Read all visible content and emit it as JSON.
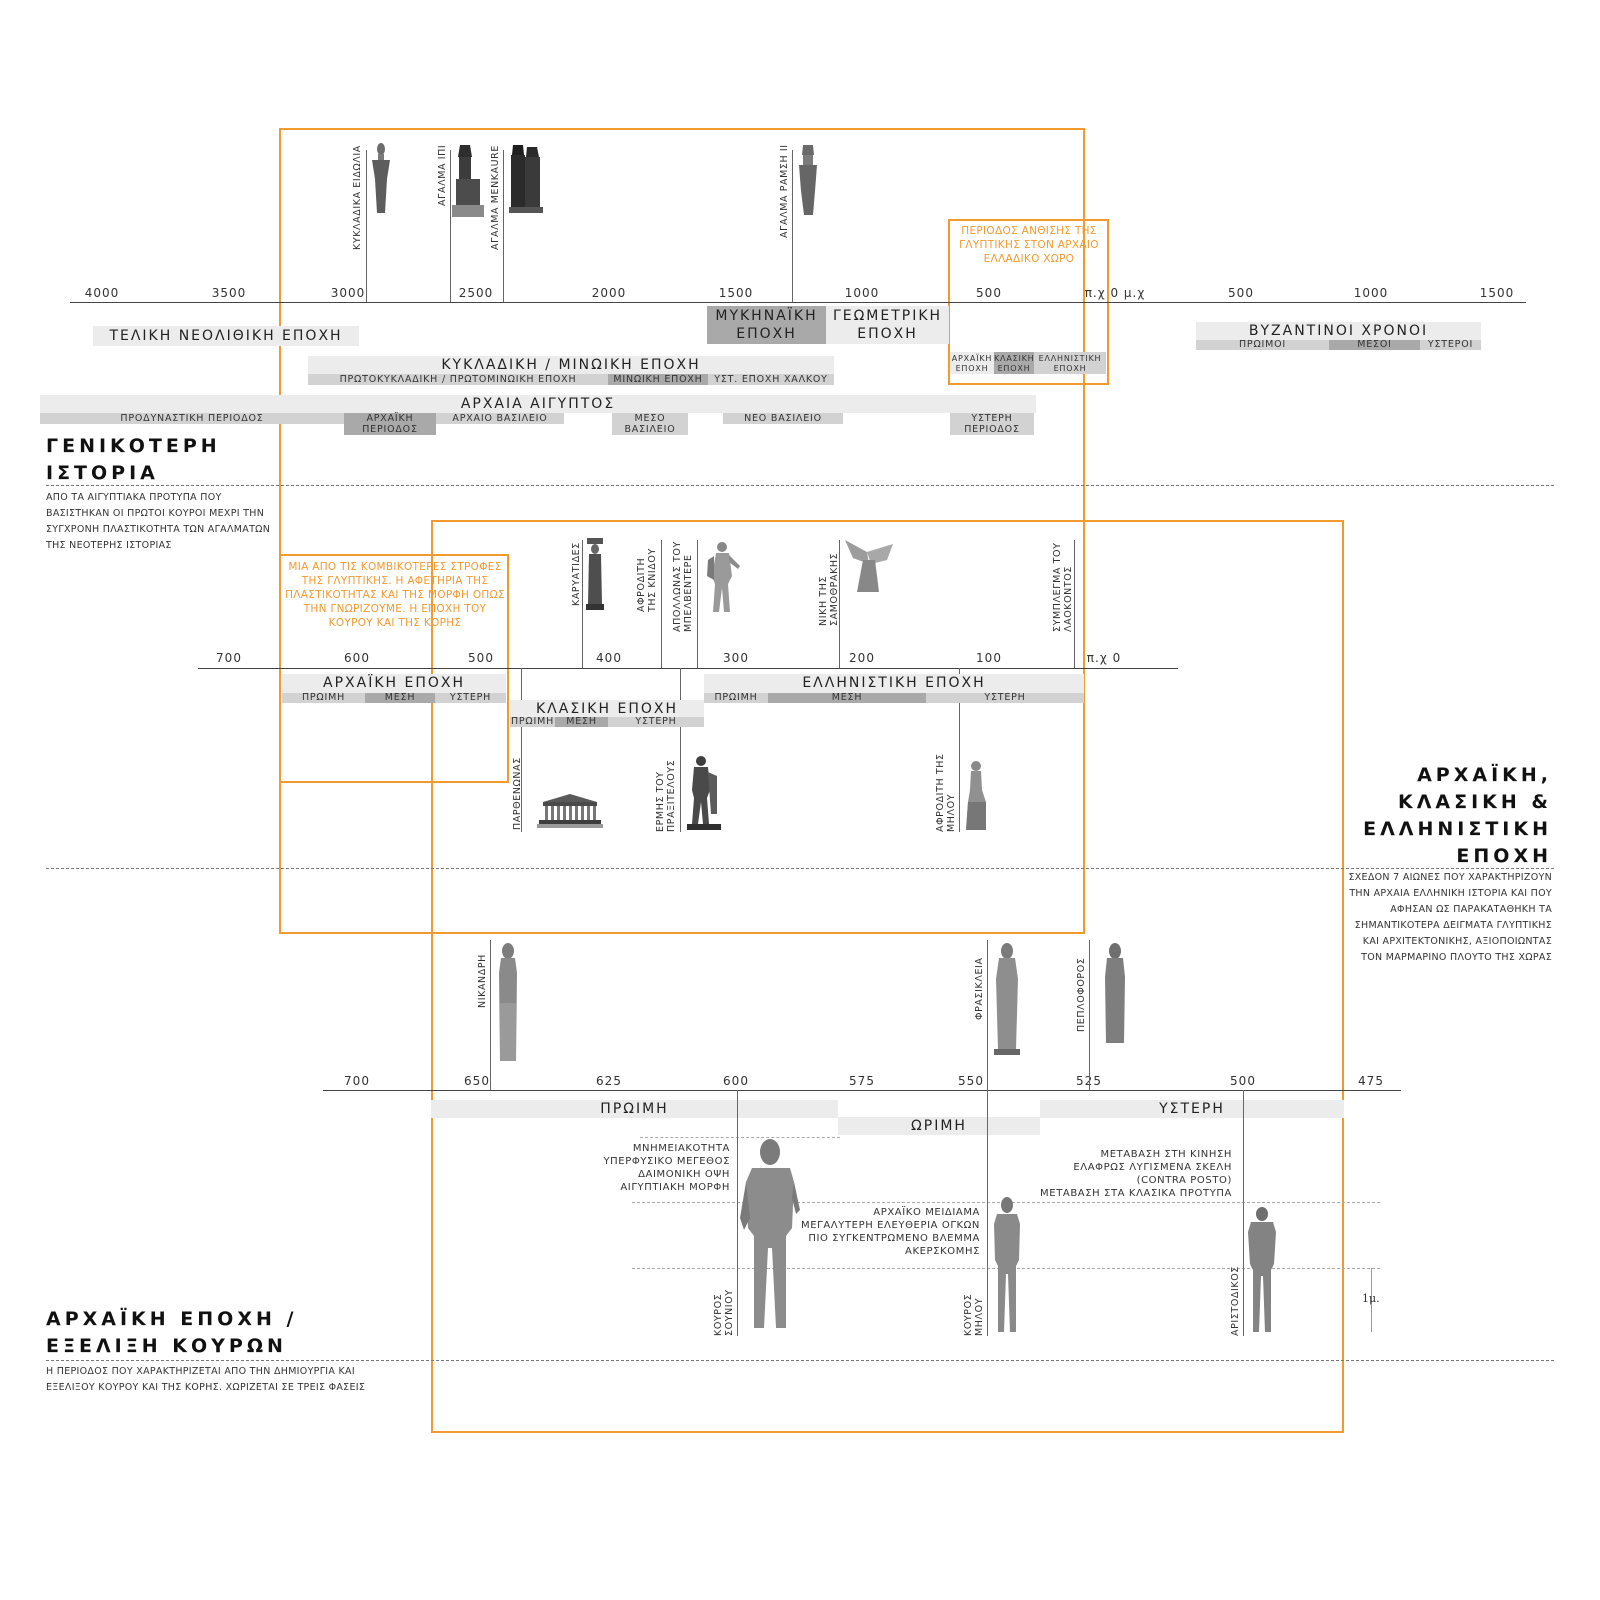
{
  "sections": {
    "general": {
      "title_line1": "ΓΕΝΙΚΟΤΕΡΗ",
      "title_line2": "ΙΣΤΟΡΙΑ",
      "desc": [
        "ΑΠΟ ΤΑ ΑΙΓΥΠΤΙΑΚΑ ΠΡΟΤΥΠΑ ΠΟΥ",
        "ΒΑΣΙΣΤΗΚΑΝ ΟΙ ΠΡΩΤΟΙ ΚΟΥΡΟΙ ΜΕΧΡΙ ΤΗΝ",
        "ΣΥΓΧΡΟΝΗ ΠΛΑΣΤΙΚΟΤΗΤΑ ΤΩΝ ΑΓΑΛΜΑΤΩΝ",
        "ΤΗΣ ΝΕΟΤΕΡΗΣ ΙΣΤΟΡΙΑΣ"
      ]
    },
    "ancient": {
      "title_line1": "ΑΡΧΑΪΚΗ,",
      "title_line2": "ΚΛΑΣΙΚΗ &",
      "title_line3": "ΕΛΛΗΝΙΣΤΙΚΗ",
      "title_line4": "ΕΠΟΧΗ",
      "desc": [
        "ΣΧΕΔΟΝ 7 ΑΙΩΝΕΣ ΠΟΥ ΧΑΡΑΚΤΗΡΙΖΟΥΝ",
        "ΤΗΝ ΑΡΧΑΙΑ ΕΛΛΗΝΙΚΗ ΙΣΤΟΡΙΑ ΚΑΙ ΠΟΥ",
        "ΑΦΗΣΑΝ ΩΣ ΠΑΡΑΚΑΤΑΘΗΚΗ ΤΑ",
        "ΣΗΜΑΝΤΙΚΟΤΕΡΑ ΔΕΙΓΜΑΤΑ ΓΛΥΠΤΙΚΗΣ",
        "ΚΑΙ ΑΡΧΙΤΕΚΤΟΝΙΚΗΣ, ΑΞΙΟΠΟΙΩΝΤΑΣ",
        "ΤΟΝ ΜΑΡΜΑΡΙΝΟ ΠΛΟΥΤΟ ΤΗΣ ΧΩΡΑΣ"
      ]
    },
    "kouroi": {
      "title_line1": "ΑΡΧΑΪΚΗ ΕΠΟΧΗ /",
      "title_line2": "ΕΞΕΛΙΞΗ ΚΟΥΡΩΝ",
      "desc": [
        "Η ΠΕΡΙΟΔΟΣ ΠΟΥ ΧΑΡΑΚΤΗΡΙΖΕΤΑΙ ΑΠΟ ΤΗΝ ΔΗΜΙΟΥΡΓΙΑ ΚΑΙ",
        "ΕΞΕΛΙΞΟΥ ΚΟΥΡΟΥ ΚΑΙ ΤΗΣ ΚΟΡΗΣ. ΧΩΡΙΖΕΤΑΙ ΣΕ ΤΡΕΙΣ ΦΑΣΕΙΣ"
      ]
    }
  },
  "notes": {
    "bloom": "ΠΕΡΙΟΔΟΣ ΑΝΘΙΣΗΣ ΤΗΣ ΓΛΥΠΤΙΚΗΣ ΣΤΟΝ ΑΡΧΑΙΟ ΕΛΛΑΔΙΚΟ ΧΩΡΟ",
    "turn": "ΜΙΑ ΑΠΟ ΤΙΣ ΚΟΜΒΙΚΟΤΕΡΕΣ ΣΤΡΟΦΕΣ ΤΗΣ ΓΛΥΠΤΙΚΗΣ. Η ΑΦΕΤΗΡΙΑ ΤΗΣ ΠΛΑΣΤΙΚΟΤΗΤΑΣ ΚΑΙ ΤΗΣ ΜΟΡΦΗ ΟΠΩΣ ΤΗΝ ΓΝΩΡΙΖΟΥΜΕ. Η ΕΠΟΧΗ ΤΟΥ ΚΟΥΡΟΥ ΚΑΙ ΤΗΣ ΚΟΡΗΣ"
  },
  "timeline1": {
    "ticks": [
      "4000",
      "3500",
      "3000",
      "2500",
      "2000",
      "1500",
      "1000",
      "500",
      "π.χ 0 μ.χ",
      "500",
      "1000",
      "1500"
    ],
    "statues": [
      "ΚΥΚΛΑΔΙΚΑ ΕΙΔΩΛΙΑ",
      "ΑΓΑΛΜΑ ΙΠΙ",
      "ΑΓΑΛΜΑ MENKAURE",
      "ΑΓΑΛΜΑ ΡΑΜΣΗ ΙΙ"
    ],
    "periods": {
      "neolithic": "ΤΕΛΙΚΗ ΝΕΟΛΙΘΙΚΗ ΕΠΟΧΗ",
      "mycenaean": "ΜΥΚΗΝΑΪΚΗ",
      "mycenaean2": "ΕΠΟΧΗ",
      "geometric": "ΓΕΩΜΕΤΡΙΚΗ",
      "geometric2": "ΕΠΟΧΗ",
      "archaic_small": "ΑΡΧΑΪΚΗ",
      "archaic_small2": "ΕΠΟΧΗ",
      "classical_small": "ΚΛΑΣΙΚΗ",
      "classical_small2": "ΕΠΟΧΗ",
      "hellenistic_small": "ΕΛΛΗΝΙΣΤΙΚΗ",
      "hellenistic_small2": "ΕΠΟΧΗ",
      "byzantine": "ΒΥΖΑΝΤΙΝΟΙ ΧΡΟΝΟΙ",
      "byz_early": "ΠΡΩΙΜΟΙ",
      "byz_mid": "ΜΕΣΟΙ",
      "byz_late": "ΥΣΤΕΡΟΙ",
      "cycladic": "ΚΥΚΛΑΔΙΚΗ / ΜΙΝΩΙΚΗ ΕΠΟΧΗ",
      "protocycladic": "ΠΡΩΤΟΚΥΚΛΑΔΙΚΗ / ΠΡΩΤΟΜΙΝΩΙΚΗ ΕΠΟΧΗ",
      "minoan": "ΜΙΝΩΙΚΗ ΕΠΟΧΗ",
      "late_bronze": "ΥΣΤ. ΕΠΟΧΗ ΧΑΛΚΟΥ",
      "egypt": "ΑΡΧΑΙΑ ΑΙΓΥΠΤΟΣ",
      "predynastic": "ΠΡΟΔΥΝΑΣΤΙΚΗ ΠΕΡΙΟΔΟΣ",
      "archaic_period": "ΑΡΧΑΪΚΗ",
      "archaic_period2": "ΠΕΡΙΟΔΟΣ",
      "old_kingdom": "ΑΡΧΑΙΟ ΒΑΣΙΛΕΙΟ",
      "middle_kingdom": "ΜΕΣΟ",
      "middle_kingdom2": "ΒΑΣΙΛΕΙΟ",
      "new_kingdom": "ΝΕΟ ΒΑΣΙΛΕΙΟ",
      "late_period": "ΥΣΤΕΡΗ",
      "late_period2": "ΠΕΡΙΟΔΟΣ"
    }
  },
  "timeline2": {
    "ticks": [
      "700",
      "600",
      "500",
      "400",
      "300",
      "200",
      "100",
      "π.χ 0"
    ],
    "statues_top": [
      "ΚΑΡΥΑΤΙΔΕΣ",
      "ΑΦΡΟΔΙΤΗ ΤΗΣ ΚΝΙΔΟΥ",
      "ΑΠΟΛΛΩΝΑΣ ΤΟΥ ΜΠΕΛΒΕΝΤΕΡΕ",
      "ΝΙΚΗ ΤΗΣ ΣΑΜΟΘΡΑΚΗΣ",
      "ΣΥΜΠΛΕΓΜΑ ΤΟΥ ΛΑΟΚΟΝΤΟΣ"
    ],
    "statues_bottom": [
      "ΠΑΡΘΕΝΩΝΑΣ",
      "ΕΡΜΗΣ ΤΟΥ ΠΡΑΞΙΤΕΛΟΥΣ",
      "ΑΦΡΟΔΙΤΗ ΤΗΣ ΜΗΛΟΥ"
    ],
    "archaic": "ΑΡΧΑΪΚΗ ΕΠΟΧΗ",
    "classical": "ΚΛΑΣΙΚΗ ΕΠΟΧΗ",
    "hellenistic": "ΕΛΛΗΝΙΣΤΙΚΗ ΕΠΟΧΗ",
    "early": "ΠΡΩΙΜΗ",
    "middle": "ΜΕΣΗ",
    "late": "ΥΣΤΕΡΗ"
  },
  "timeline3": {
    "ticks": [
      "700",
      "650",
      "625",
      "600",
      "575",
      "550",
      "525",
      "500",
      "475"
    ],
    "korai": [
      "ΝΙΚΑΝΔΡΗ",
      "ΦΡΑΣΙΚΛΕΙΑ",
      "ΠΕΠΛΟΦΟΡΟΣ"
    ],
    "kouroi": [
      "ΚΟΥΡΟΣ ΣΟΥΝΙΟΥ",
      "ΚΟΥΡΟΣ ΜΗΛΟΥ",
      "ΑΡΙΣΤΟΔΙΚΟΣ"
    ],
    "phase_early": "ΠΡΩΙΜΗ",
    "phase_mature": "ΩΡΙΜΗ",
    "phase_late": "ΥΣΤΕΡΗ",
    "features_early": [
      "ΜΝΗΜΕΙΑΚΟΤΗΤΑ",
      "ΥΠΕΡΦΥΣΙΚΟ ΜΕΓΕΘΟΣ",
      "ΔΑΙΜΟΝΙΚΗ ΟΨΗ",
      "ΑΙΓΥΠΤΙΑΚΗ ΜΟΡΦΗ"
    ],
    "features_mature": [
      "ΑΡΧΑΪΚΟ ΜΕΙΔΙΑΜΑ",
      "ΜΕΓΑΛΥΤΕΡΗ ΕΛΕΥΘΕΡΙΑ ΟΓΚΩΝ",
      "ΠΙΟ ΣΥΓΚΕΝΤΡΩΜΕΝΟ ΒΛΕΜΜΑ",
      "ΑΚΕΡΣΚΟΜΗΣ"
    ],
    "features_late": [
      "ΜΕΤΑΒΑΣΗ ΣΤΗ ΚΙΝΗΣΗ",
      "ΕΛΑΦΡΩΣ ΛΥΓΙΣΜΕΝΑ ΣΚΕΛΗ",
      "(CONTRA POSTO)",
      "ΜΕΤΑΒΑΣΗ ΣΤΑ ΚΛΑΣΙΚΑ ΠΡΟΤΥΠΑ"
    ],
    "scale": "1μ."
  }
}
